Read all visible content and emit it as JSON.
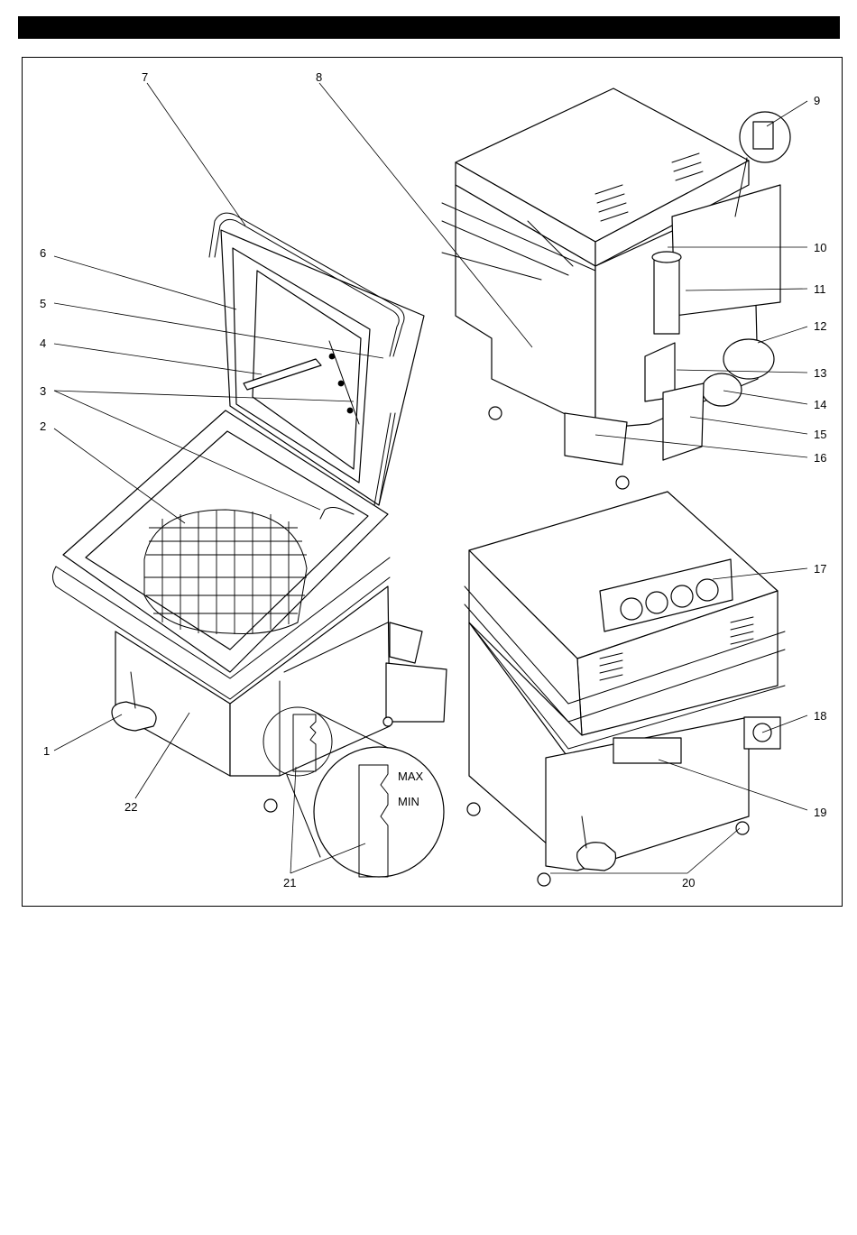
{
  "header_bar": {
    "color": "#000000"
  },
  "labels": {
    "l1": "1",
    "l2": "2",
    "l3": "3",
    "l4": "4",
    "l5": "5",
    "l6": "6",
    "l7": "7",
    "l8": "8",
    "l9": "9",
    "l10": "10",
    "l11": "11",
    "l12": "12",
    "l13": "13",
    "l14": "14",
    "l15": "15",
    "l16": "16",
    "l17": "17",
    "l18": "18",
    "l19": "19",
    "l20": "20",
    "l21": "21",
    "l22": "22"
  },
  "gauge": {
    "max": "MAX",
    "min": "MIN"
  }
}
